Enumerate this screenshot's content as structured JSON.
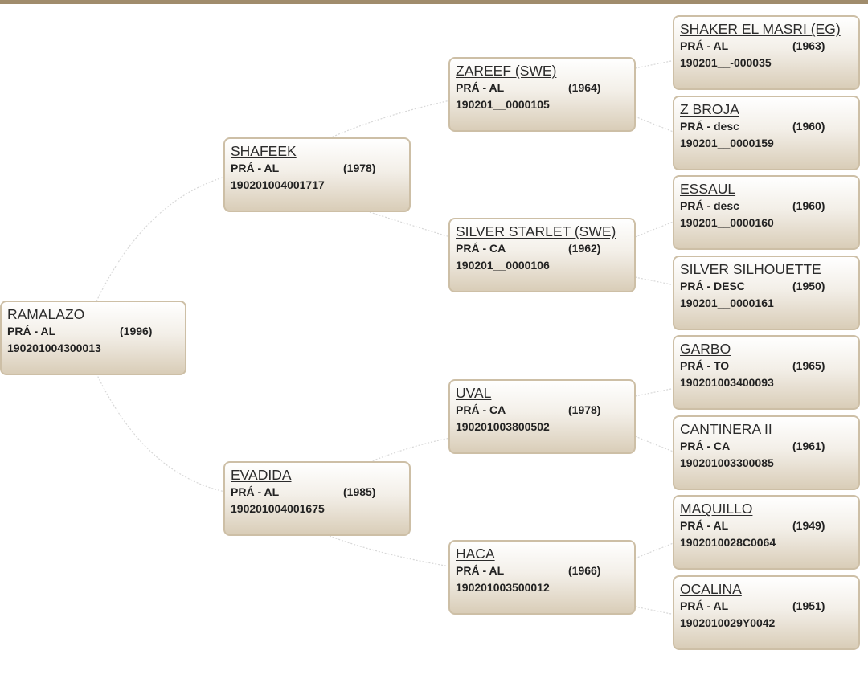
{
  "tree": {
    "root": {
      "name": "RAMALAZO",
      "breed": "PRÁ - AL",
      "year": "(1996)",
      "id": "190201004300013"
    },
    "parents": [
      {
        "name": "SHAFEEK",
        "breed": "PRÁ - AL",
        "year": "(1978)",
        "id": "190201004001717"
      },
      {
        "name": "EVADIDA",
        "breed": "PRÁ - AL",
        "year": "(1985)",
        "id": "190201004001675"
      }
    ],
    "grandparents": [
      {
        "name": "ZAREEF (SWE)",
        "breed": "PRÁ - AL",
        "year": "(1964)",
        "id": "190201__0000105"
      },
      {
        "name": "SILVER STARLET (SWE)",
        "breed": "PRÁ - CA",
        "year": "(1962)",
        "id": "190201__0000106"
      },
      {
        "name": "UVAL",
        "breed": "PRÁ - CA",
        "year": "(1978)",
        "id": "190201003800502"
      },
      {
        "name": "HACA",
        "breed": "PRÁ - AL",
        "year": "(1966)",
        "id": "190201003500012"
      }
    ],
    "great_grandparents": [
      {
        "name": "SHAKER EL MASRI (EG)",
        "breed": "PRÁ - AL",
        "year": "(1963)",
        "id": "190201__-000035"
      },
      {
        "name": "Z BROJA",
        "breed": "PRÁ - desc",
        "year": "(1960)",
        "id": "190201__0000159"
      },
      {
        "name": "ESSAUL",
        "breed": "PRÁ - desc",
        "year": "(1960)",
        "id": "190201__0000160"
      },
      {
        "name": "SILVER SILHOUETTE",
        "breed": "PRÁ - DESC",
        "year": "(1950)",
        "id": "190201__0000161"
      },
      {
        "name": "GARBO",
        "breed": "PRÁ - TO",
        "year": "(1965)",
        "id": "190201003400093"
      },
      {
        "name": "CANTINERA II",
        "breed": "PRÁ - CA",
        "year": "(1961)",
        "id": "190201003300085"
      },
      {
        "name": "MAQUILLO",
        "breed": "PRÁ - AL",
        "year": "(1949)",
        "id": "1902010028C0064"
      },
      {
        "name": "OCALINA",
        "breed": "PRÁ - AL",
        "year": "(1951)",
        "id": "1902010029Y0042"
      }
    ]
  },
  "colors": {
    "accent": "#a08c6c",
    "node_border": "#cdbfa6",
    "connector": "#d8d8d8"
  }
}
